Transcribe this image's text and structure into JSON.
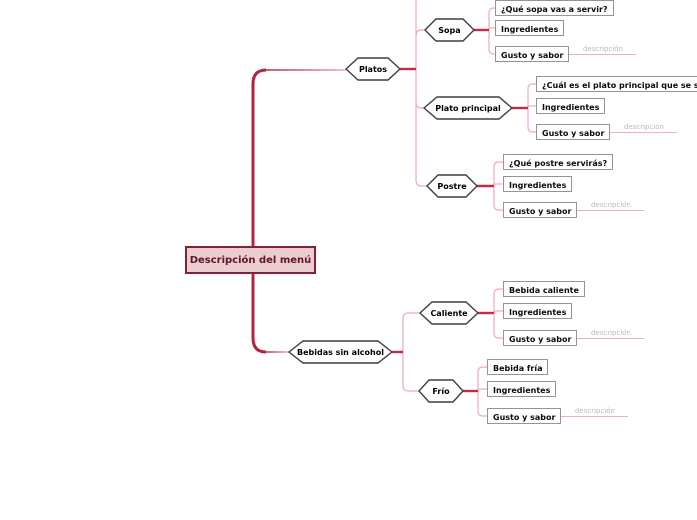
{
  "root": {
    "label": "Descripción del menú"
  },
  "branches": [
    {
      "label": "Platos",
      "children": [
        {
          "label": "Sopa",
          "items": [
            {
              "label": "¿Qué sopa vas a servir?"
            },
            {
              "label": "Ingredientes"
            },
            {
              "label": "Gusto y sabor",
              "note": "descripción"
            }
          ]
        },
        {
          "label": "Plato principal",
          "items": [
            {
              "label": "¿Cuál es el plato principal que se servirá"
            },
            {
              "label": "Ingredientes"
            },
            {
              "label": "Gusto y sabor",
              "note": "descripción"
            }
          ]
        },
        {
          "label": "Postre",
          "items": [
            {
              "label": "¿Qué postre servirás?"
            },
            {
              "label": "Ingredientes"
            },
            {
              "label": "Gusto y sabor",
              "note": "descripción"
            }
          ]
        }
      ]
    },
    {
      "label": "Bebidas sin alcohol",
      "children": [
        {
          "label": "Caliente",
          "items": [
            {
              "label": "Bebida caliente"
            },
            {
              "label": "Ingredientes"
            },
            {
              "label": "Gusto y sabor",
              "note": "descripción"
            }
          ]
        },
        {
          "label": "Frío",
          "items": [
            {
              "label": "Bebida fría"
            },
            {
              "label": "Ingredientes"
            },
            {
              "label": "Gusto y sabor",
              "note": "descripción"
            }
          ]
        }
      ]
    }
  ],
  "colors": {
    "trunk": "#b3243f",
    "branch_line": "#f0abb8",
    "junction": "#c52b47",
    "root_fill": "#eaccd1",
    "root_border": "#7e2238",
    "root_text": "#5f1428",
    "hex_border": "#3f3f3f",
    "box_border": "#949494",
    "note_text": "#b9b9b9",
    "note_line": "#f2aebb"
  }
}
